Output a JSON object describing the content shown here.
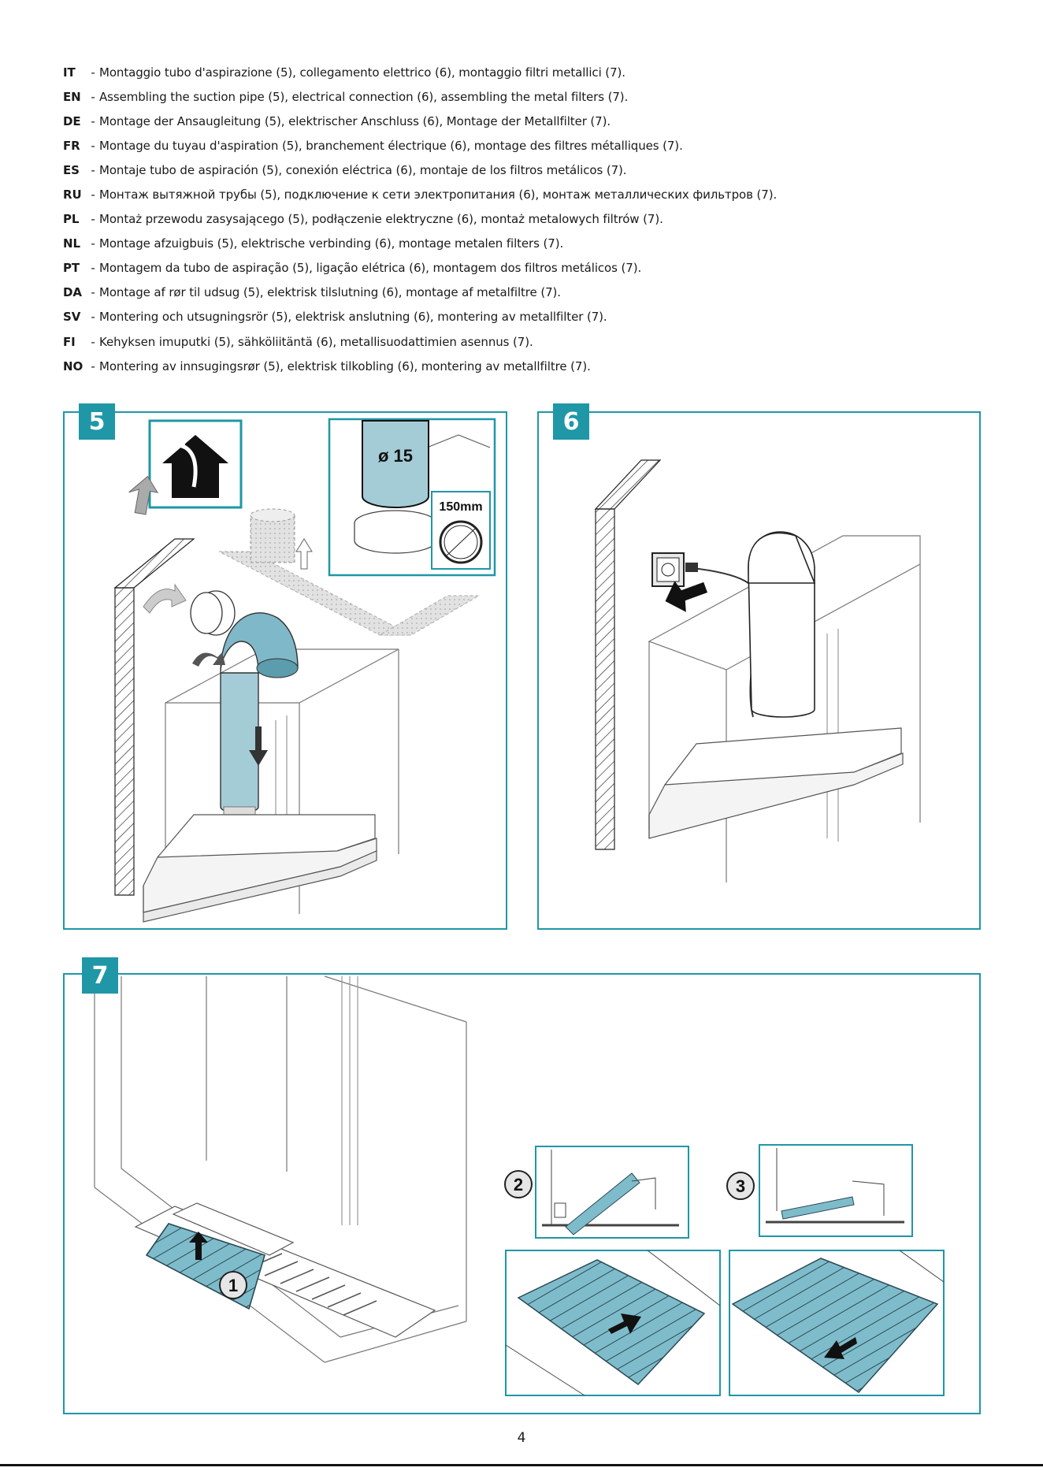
{
  "instructions": [
    {
      "code": "IT",
      "text": "Montaggio tubo d'aspirazione (5), collegamento elettrico (6), montaggio filtri metallici (7)."
    },
    {
      "code": "EN",
      "text": "Assembling the suction pipe (5), electrical connection (6), assembling the metal filters (7)."
    },
    {
      "code": "DE",
      "text": "Montage der Ansaugleitung (5), elektrischer Anschluss (6), Montage der Metallfilter (7)."
    },
    {
      "code": "FR",
      "text": "Montage du tuyau d'aspiration (5), branchement électrique (6), montage des filtres métalliques (7)."
    },
    {
      "code": "ES",
      "text": "Montaje tubo de aspiración (5), conexión eléctrica (6), montaje de los filtros metálicos (7)."
    },
    {
      "code": "RU",
      "text": "Монтаж вытяжной трубы (5), подключение к сети электропитания (6), монтаж металлических фильтров (7)."
    },
    {
      "code": "PL",
      "text": "Montaż przewodu zasysającego (5), podłączenie elektryczne (6), montaż metalowych filtrów (7)."
    },
    {
      "code": "NL",
      "text": "Montage afzuigbuis (5), elektrische verbinding (6), montage metalen filters (7)."
    },
    {
      "code": "PT",
      "text": "Montagem da tubo de aspiração (5), ligação elétrica (6), montagem dos filtros metálicos (7)."
    },
    {
      "code": "DA",
      "text": "Montage af rør til udsug (5), elektrisk tilslutning (6), montage af metalfiltre (7)."
    },
    {
      "code": "SV",
      "text": "Montering och utsugningsrör (5), elektrisk anslutning (6), montering av metallfilter (7)."
    },
    {
      "code": "FI",
      "text": "Kehyksen imuputki (5), sähköliitäntä (6), metallisuodattimien asennus (7)."
    },
    {
      "code": "NO",
      "text": "Montering av innsugingsrør (5), elektrisk tilkobling (6), montering av metallfiltre (7)."
    }
  ],
  "dash": "-",
  "panels": {
    "p5": {
      "number": "5",
      "pipe_label": "ø 15",
      "size_label": "150mm"
    },
    "p6": {
      "number": "6"
    },
    "p7": {
      "number": "7",
      "step_1": "1",
      "step_2": "2",
      "step_3": "3"
    }
  },
  "page_number": "4",
  "colors": {
    "accent": "#1f97a6",
    "filter_blue": "#7fbccb",
    "pipe_blue": "#a4ccd6",
    "pipe_dark": "#5b9cad"
  }
}
